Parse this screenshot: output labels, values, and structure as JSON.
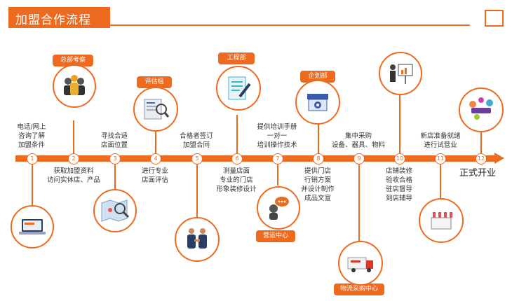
{
  "header": {
    "title": "加盟合作流程"
  },
  "steps": {
    "s1": {
      "num": "1",
      "text": "电话/网上\n咨询了解\n加盟条件"
    },
    "s2": {
      "num": "2",
      "text": "获取加盟资料\n访问实体店、产品",
      "tag": "总部考察"
    },
    "s3": {
      "num": "3",
      "text": "寻找合适\n店面位置"
    },
    "s4": {
      "num": "4",
      "text": "进行专业\n店面评估",
      "tag": "评估组"
    },
    "s5": {
      "num": "5",
      "text": "合格者签订\n加盟合同"
    },
    "s6": {
      "num": "6",
      "text": "测量店面\n专业的门店\n形象装修设计",
      "tag": "工程部"
    },
    "s7": {
      "num": "7",
      "text": "提供培训手册\n一对一\n培训操作技术",
      "tag": "营运中心"
    },
    "s8": {
      "num": "8",
      "text": "提供门店\n行销方案\n并设计制作\n成品文宣",
      "tag": "企划部"
    },
    "s9": {
      "num": "9",
      "text": "集中采购\n设备、器具、物料",
      "tag": "物流采购中心"
    },
    "s10": {
      "num": "10",
      "text": "店铺装修\n验收合格\n驻店督导\n到店辅导"
    },
    "s11": {
      "num": "11",
      "text": "新店准备就绪\n进行试营业"
    },
    "s12": {
      "num": "12",
      "text": "正式开业"
    }
  },
  "icons": [
    "laptop-icon",
    "team-icon",
    "map-search-icon",
    "report-icon",
    "handshake-icon",
    "checklist-icon",
    "chat-icon",
    "shop-gear-icon",
    "delivery-truck-icon",
    "presentation-icon",
    "storefront-icon",
    "grand-open-icon"
  ],
  "colors": {
    "accent": "#ee6a1f"
  }
}
